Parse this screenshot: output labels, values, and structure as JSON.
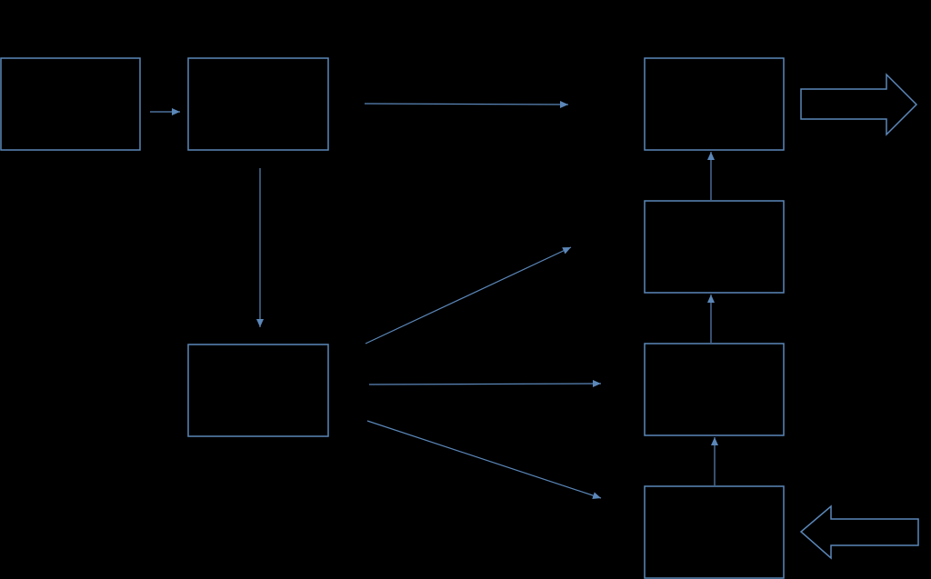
{
  "diagram": {
    "background": "#000000",
    "stroke_color": "#5b87b9",
    "boxes": [
      {
        "name": "box-input-top-left",
        "label": ""
      },
      {
        "name": "box-stage-two",
        "label": ""
      },
      {
        "name": "box-stage-three",
        "label": ""
      },
      {
        "name": "box-right-top",
        "label": ""
      },
      {
        "name": "box-right-upper-middle",
        "label": ""
      },
      {
        "name": "box-right-lower-middle",
        "label": ""
      },
      {
        "name": "box-right-bottom",
        "label": ""
      }
    ],
    "block_arrows": [
      {
        "name": "output-block-arrow",
        "direction": "right"
      },
      {
        "name": "input-block-arrow",
        "direction": "left"
      }
    ]
  }
}
